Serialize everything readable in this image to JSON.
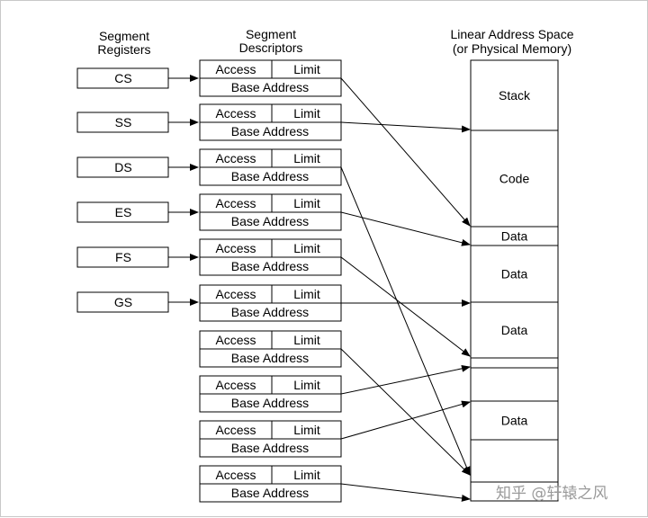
{
  "headers": {
    "segment_registers": [
      "Segment",
      "Registers"
    ],
    "segment_descriptors": [
      "Segment",
      "Descriptors"
    ],
    "linear_space": [
      "Linear Address Space",
      "(or Physical Memory)"
    ]
  },
  "registers": [
    "CS",
    "SS",
    "DS",
    "ES",
    "FS",
    "GS"
  ],
  "descriptor": {
    "access": "Access",
    "limit": "Limit",
    "base": "Base Address"
  },
  "descriptor_count": 10,
  "memory_regions": [
    "Stack",
    "Code",
    "Data",
    "Data",
    "Data",
    "",
    "",
    "Data",
    "",
    ""
  ],
  "watermark": "知乎 @轩辕之风"
}
